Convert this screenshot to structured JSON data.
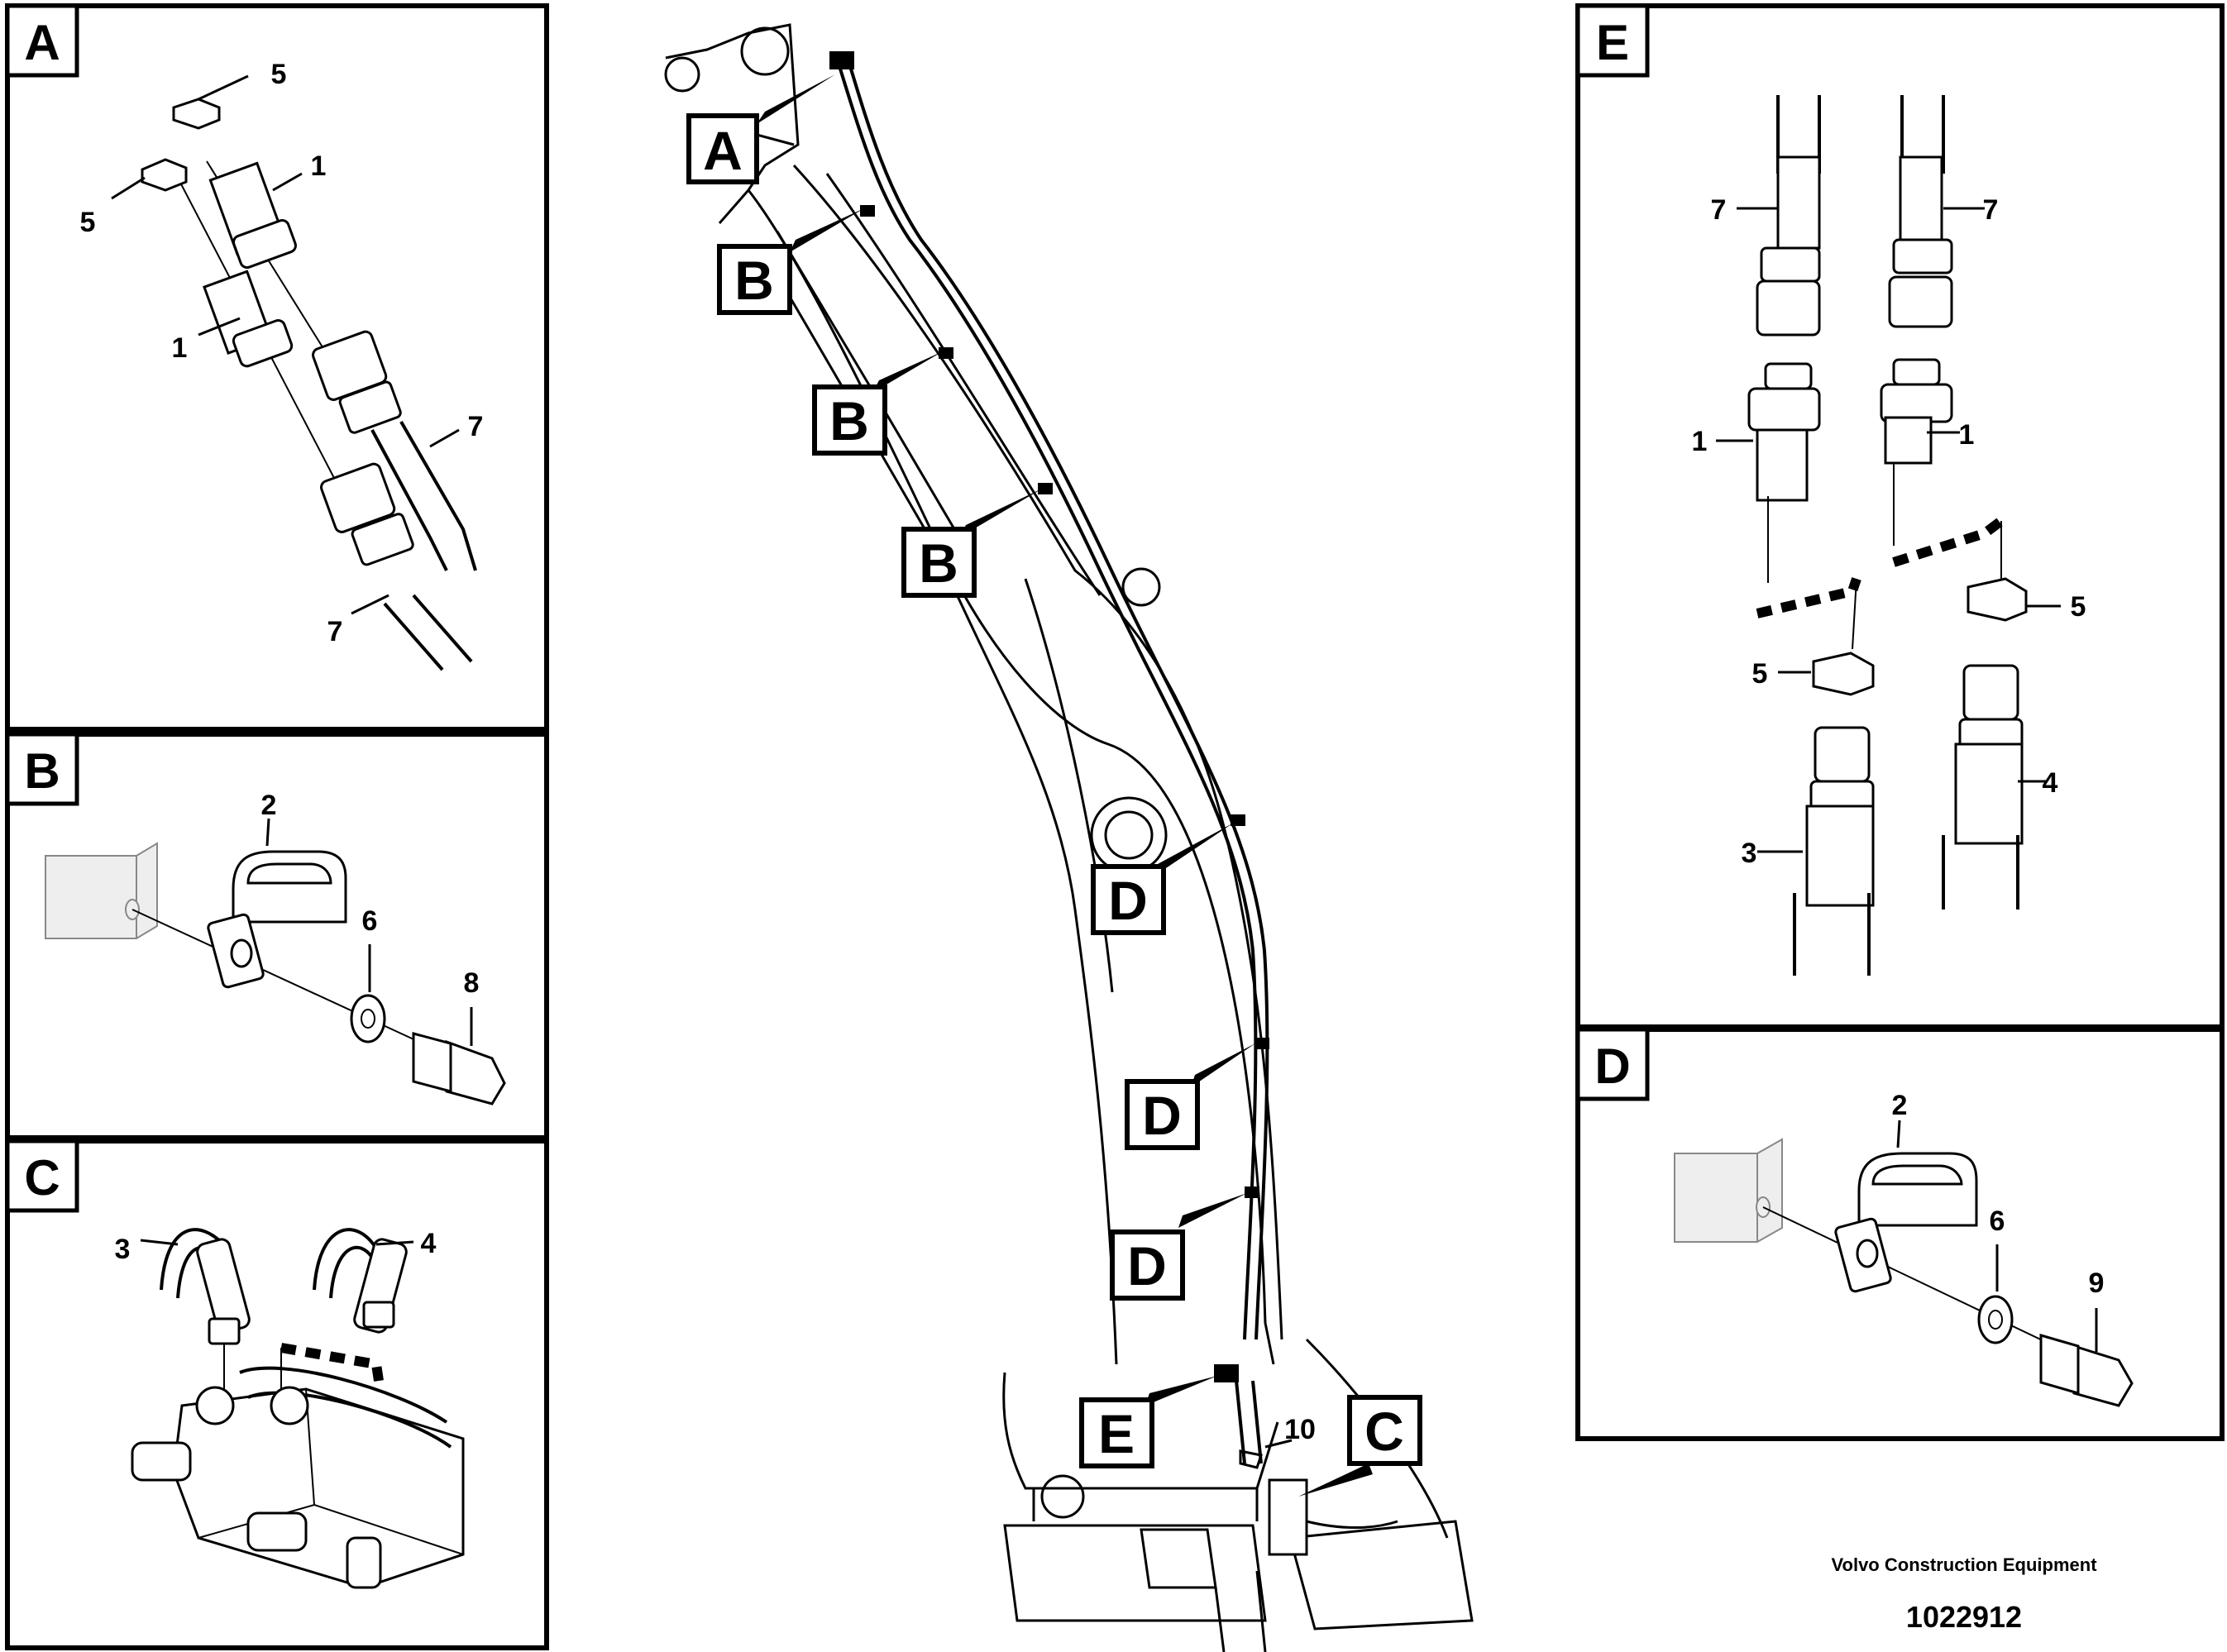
{
  "panels": {
    "A": {
      "tag": "A",
      "labels": [
        "5",
        "5",
        "1",
        "1",
        "7",
        "7"
      ]
    },
    "B": {
      "tag": "B",
      "labels": [
        "2",
        "6",
        "8"
      ]
    },
    "C": {
      "tag": "C",
      "labels": [
        "3",
        "4"
      ]
    },
    "E": {
      "tag": "E",
      "labels": [
        "7",
        "7",
        "1",
        "1",
        "5",
        "5",
        "3",
        "4"
      ]
    },
    "D": {
      "tag": "D",
      "labels": [
        "2",
        "6",
        "9"
      ]
    }
  },
  "callouts": [
    "A",
    "B",
    "B",
    "B",
    "D",
    "D",
    "D",
    "E",
    "C"
  ],
  "main_part_label": "10",
  "footer": {
    "company": "Volvo Construction Equipment",
    "drawing_number": "1022912"
  }
}
